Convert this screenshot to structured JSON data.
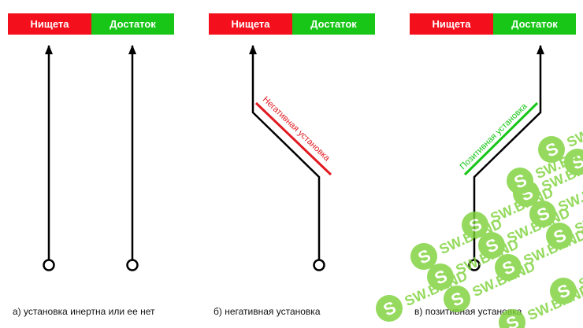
{
  "panels": [
    {
      "poor_label": "Нищета",
      "rich_label": "Достаток",
      "caption": "а) установка инертна или ее нет"
    },
    {
      "poor_label": "Нищета",
      "rich_label": "Достаток",
      "caption": "б) негативная установка",
      "slope_label": "Негативная установка"
    },
    {
      "poor_label": "Нищета",
      "rich_label": "Достаток",
      "caption": "в) позитивная установка",
      "slope_label": "Позитивная установка"
    }
  ],
  "watermark": {
    "text": "SW.BAND",
    "logo_letter": "S"
  },
  "colors": {
    "poor": "#f40f1c",
    "rich": "#17c617",
    "line": "#000000",
    "watermark": "#7ed23b"
  }
}
